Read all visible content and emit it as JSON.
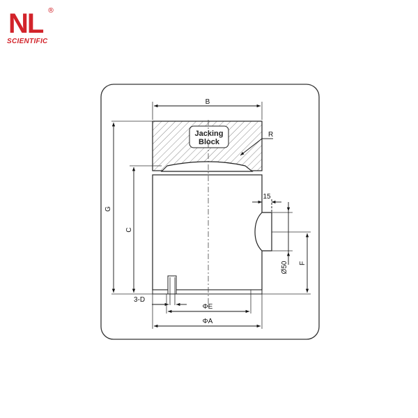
{
  "brand": {
    "mark": "NL",
    "registered": "®",
    "subtitle": "SCIENTIFIC",
    "color": "#d2232a"
  },
  "drawing": {
    "block_label_line1": "Jacking",
    "block_label_line2": "Block",
    "dimensions": {
      "B": "B",
      "R": "R",
      "G": "G",
      "C": "C",
      "F": "F",
      "port_width": "15",
      "port_dia": "Ø50",
      "bolt": "3-D",
      "phiE": "ΦE",
      "phiA": "ΦA"
    }
  }
}
